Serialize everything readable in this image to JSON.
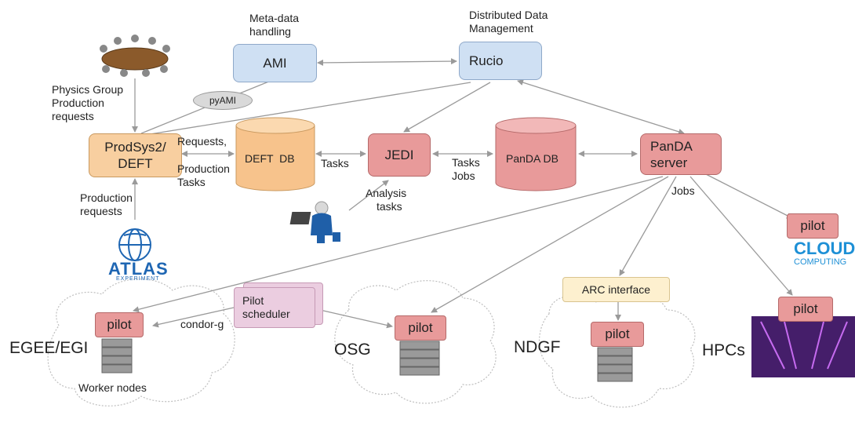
{
  "nodes": {
    "ami": "AMI",
    "rucio": "Rucio",
    "prodsys": [
      "ProdSys2/",
      "DEFT"
    ],
    "deft_db": "DEFT  DB",
    "jedi": "JEDI",
    "panda_db": "PanDA DB",
    "panda_server": [
      "PanDA",
      "server"
    ],
    "pyami": "pyAMI",
    "arc_interface": "ARC interface",
    "pilot_scheduler": [
      "Pilot",
      "scheduler"
    ],
    "pilot": "pilot"
  },
  "labels": {
    "metadata": [
      "Meta-data",
      "handling"
    ],
    "ddm": [
      "Distributed Data",
      "Management"
    ],
    "physics_group": [
      "Physics Group",
      "Production",
      "requests"
    ],
    "requests_tasks": [
      "Requests,",
      "Production",
      "Tasks"
    ],
    "tasks": "Tasks",
    "tasks_jobs": [
      "Tasks",
      "Jobs"
    ],
    "analysis": [
      "Analysis",
      "tasks"
    ],
    "production_requests": [
      "Production",
      "requests"
    ],
    "jobs": "Jobs",
    "condor_g": "condor-g",
    "worker_nodes": "Worker nodes"
  },
  "sites": {
    "egee": "EGEE/EGI",
    "osg": "OSG",
    "ndgf": "NDGF",
    "hpcs": "HPCs"
  },
  "logos": {
    "atlas": "ATLAS",
    "atlas_sub": "EXPERIMENT",
    "cloud": "CLOUD",
    "cloud_sub": "COMPUTING"
  },
  "colors": {
    "ami_rucio": "#cfe0f3",
    "prodsys": "#f8cfa0",
    "deft_db": "#f7c38c",
    "red_node": "#e89a9a",
    "arc": "#fdf0cf",
    "scheduler": "#ebcde0",
    "arrow": "#9a9a9a"
  }
}
